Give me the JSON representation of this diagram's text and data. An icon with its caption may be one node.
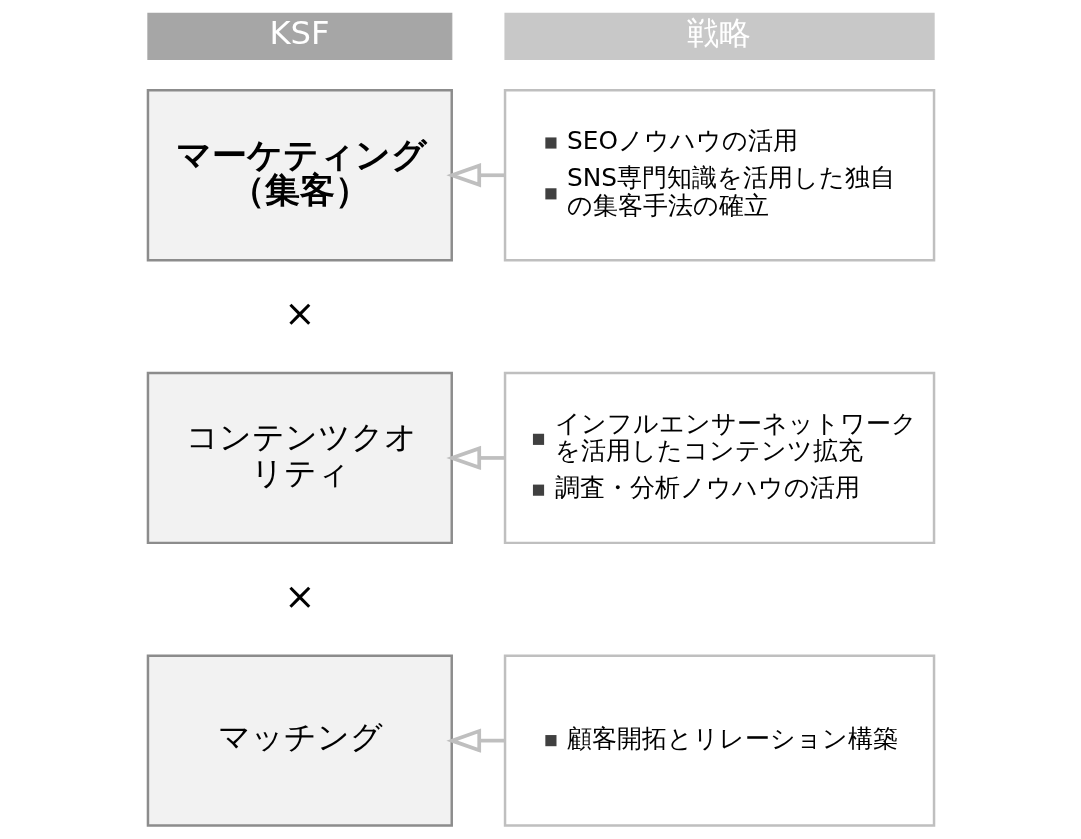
{
  "diagram": {
    "nodes": [
      {
        "text": [
          "KSF"
        ]
      },
      {
        "text": [
          "戦略"
        ]
      },
      {
        "text": [
          "マーケティング（集客）"
        ]
      },
      {
        "text": [
          "SEOノウハウの活用",
          "SNS専門知識を活用した独自の集客手法の確立"
        ]
      },
      {
        "text": [
          "コンテンツクオリティ"
        ]
      },
      {
        "text": [
          "インフルエンサーネットワークを活用したコンテンツ拡充",
          "調査・分析ノウハウの活用"
        ]
      },
      {
        "text": [
          "マッチング"
        ]
      },
      {
        "text": [
          "顧客開拓とリレーション構築"
        ]
      }
    ],
    "edges": [
      {
        "from": 3,
        "to": 2,
        "arrow": "to"
      },
      {
        "from": 5,
        "to": 4,
        "arrow": "to"
      },
      {
        "from": 7,
        "to": 6,
        "arrow": "to"
      }
    ],
    "labels": [
      "×",
      "×"
    ]
  }
}
